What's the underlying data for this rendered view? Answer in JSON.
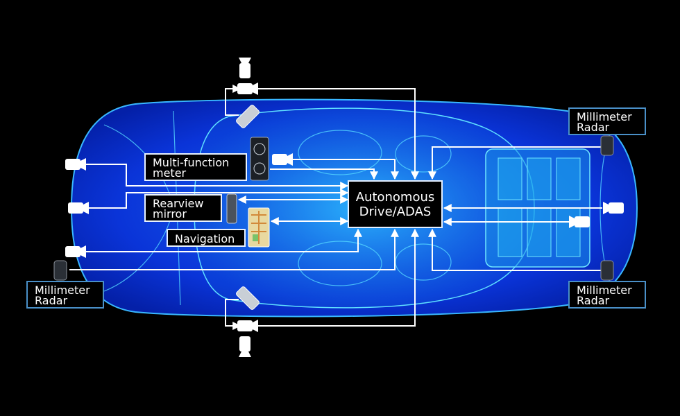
{
  "ecu": {
    "line1": "Autonomous",
    "line2": "Drive/ADAS"
  },
  "labels": {
    "multi_function_meter": {
      "line1": "Multi-function",
      "line2": "meter"
    },
    "rearview_mirror": {
      "line1": "Rearview",
      "line2": "mirror"
    },
    "navigation": {
      "text": "Navigation"
    },
    "radar_front_top": {
      "line1": "Millimeter",
      "line2": "Radar"
    },
    "radar_front_bottom": {
      "line1": "Millimeter",
      "line2": "Radar"
    },
    "radar_rear": {
      "line1": "Millimeter",
      "line2": "Radar"
    }
  },
  "colors": {
    "car_body": "#0a34d8",
    "car_glow": "#27c9ff",
    "connector": "#ffffff",
    "label_border": "#4a90c8",
    "background": "#000000"
  }
}
